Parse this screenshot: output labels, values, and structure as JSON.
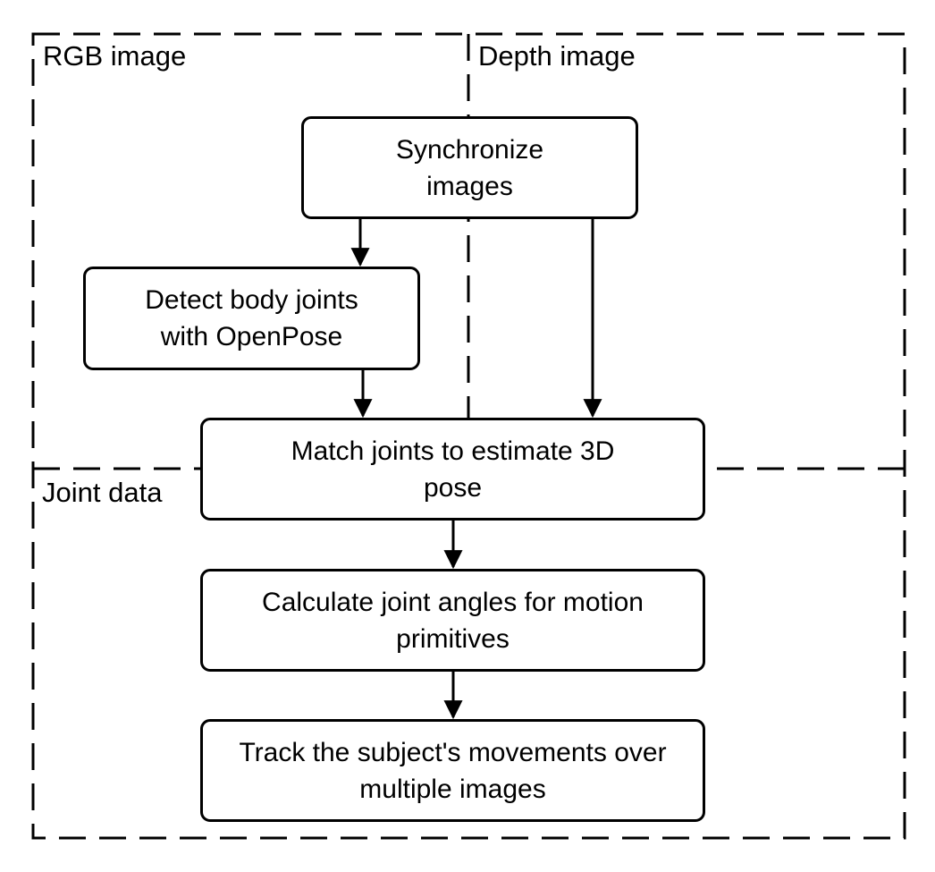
{
  "regions": {
    "rgb": "RGB image",
    "depth": "Depth image",
    "joint": "Joint data"
  },
  "nodes": {
    "synchronize": "Synchronize images",
    "detect": "Detect body joints with OpenPose",
    "match": "Match joints to estimate 3D pose",
    "calculate": "Calculate joint angles for motion primitives",
    "track": "Track the subject's movements over multiple images"
  },
  "edges": [
    {
      "from": "synchronize",
      "to": "detect"
    },
    {
      "from": "synchronize",
      "to": "match"
    },
    {
      "from": "detect",
      "to": "match"
    },
    {
      "from": "match",
      "to": "calculate"
    },
    {
      "from": "calculate",
      "to": "track"
    }
  ]
}
